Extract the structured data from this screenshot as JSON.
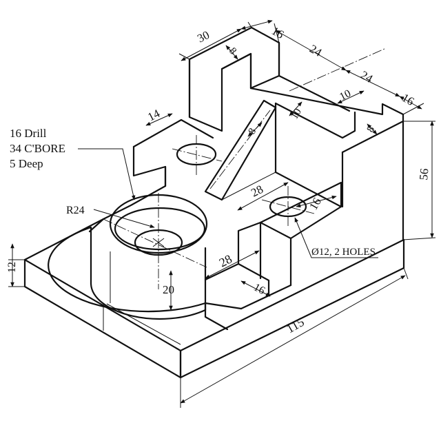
{
  "note": {
    "line1": "16 Drill",
    "line2": "34 C'BORE",
    "line3": "5 Deep"
  },
  "labels": {
    "radius": "R24",
    "holes": "Ø12, 2 HOLES"
  },
  "dims": {
    "top_30": "30",
    "top_16a": "16",
    "top_24a": "24",
    "top_24b": "24",
    "top_16b": "16",
    "slot_8a": "8",
    "slot_10a": "10",
    "slot_10b": "10",
    "slot_8b": "8",
    "rib_8": "8",
    "step_14": "14",
    "hole_28": "28",
    "hole_16": "16",
    "height_56": "56",
    "notch_28": "28",
    "notch_16": "16",
    "boss_20": "20",
    "base_12": "12",
    "length_115": "115"
  }
}
